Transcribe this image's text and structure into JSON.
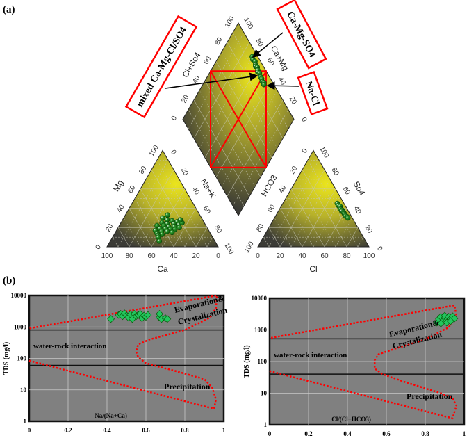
{
  "panel_labels": {
    "a": "(a)",
    "b": "(b)"
  },
  "colors": {
    "points": "#0a6e0a",
    "gibbs_points": "#22c55e",
    "boundary": "#ff0000",
    "plot_bg": "#808080",
    "ternary_fill_light": "#e8e21c",
    "ternary_fill_dark": "#3b3b36"
  },
  "callouts": {
    "ca_mg_so4": "Ca-Mg-SO4",
    "na_cl": "Na-Cl",
    "mixed": "mixed Ca-Mg-Cl/SO4"
  },
  "chart_data": [
    {
      "type": "scatter",
      "name_key": "cation-triangle",
      "axes": {
        "bottom": "Ca",
        "left": "Mg",
        "right": "Na+K"
      },
      "ticks": [
        0,
        20,
        40,
        60,
        80,
        100
      ],
      "points_mg_nak_ca": [
        [
          33,
          38,
          29
        ],
        [
          30,
          35,
          35
        ],
        [
          28,
          40,
          32
        ],
        [
          27,
          45,
          28
        ],
        [
          26,
          50,
          24
        ],
        [
          25,
          37,
          38
        ],
        [
          24,
          42,
          34
        ],
        [
          24,
          48,
          28
        ],
        [
          23,
          53,
          24
        ],
        [
          22,
          34,
          44
        ],
        [
          22,
          40,
          38
        ],
        [
          21,
          45,
          34
        ],
        [
          21,
          50,
          29
        ],
        [
          20,
          55,
          25
        ],
        [
          19,
          38,
          43
        ],
        [
          19,
          43,
          38
        ],
        [
          18,
          48,
          34
        ],
        [
          18,
          52,
          30
        ],
        [
          17,
          35,
          48
        ],
        [
          16,
          41,
          43
        ],
        [
          16,
          46,
          38
        ],
        [
          15,
          51,
          34
        ],
        [
          14,
          38,
          48
        ],
        [
          13,
          43,
          44
        ],
        [
          12,
          40,
          48
        ],
        [
          10,
          41,
          49
        ],
        [
          6,
          44,
          50
        ],
        [
          25,
          55,
          20
        ],
        [
          28,
          52,
          20
        ]
      ]
    },
    {
      "type": "scatter",
      "name_key": "anion-triangle",
      "axes": {
        "bottom": "Cl",
        "left": "HCO3",
        "right": "So4"
      },
      "ticks": [
        0,
        20,
        40,
        60,
        80,
        100
      ],
      "points_so4_cl_hco3": [
        [
          45,
          49,
          6
        ],
        [
          43,
          51,
          6
        ],
        [
          42,
          53,
          5
        ],
        [
          40,
          54,
          6
        ],
        [
          39,
          55,
          6
        ],
        [
          38,
          57,
          5
        ],
        [
          37,
          57,
          6
        ],
        [
          36,
          59,
          5
        ],
        [
          35,
          60,
          5
        ],
        [
          34,
          61,
          5
        ],
        [
          33,
          62,
          5
        ],
        [
          32,
          63,
          5
        ],
        [
          31,
          65,
          4
        ],
        [
          30,
          66,
          4
        ]
      ]
    },
    {
      "type": "scatter",
      "name_key": "piper-diamond",
      "axes": {
        "upper_left": "Cl+So4",
        "upper_right": "Ca+Mg"
      },
      "ticks": [
        0,
        20,
        40,
        60,
        80,
        100
      ],
      "points_clso4_camg": [
        [
          95,
          70
        ],
        [
          94,
          68
        ],
        [
          95,
          65
        ],
        [
          94,
          63
        ],
        [
          93,
          62
        ],
        [
          94,
          60
        ],
        [
          93,
          58
        ],
        [
          92,
          57
        ],
        [
          93,
          55
        ],
        [
          92,
          52
        ],
        [
          92,
          50
        ],
        [
          91,
          48
        ],
        [
          92,
          46
        ],
        [
          91,
          45
        ]
      ]
    },
    {
      "type": "scatter",
      "name_key": "gibbs-cation",
      "ylabel": "TDS (mg/l)",
      "xlabel": "Na/(Na+Ca)",
      "xlim": [
        0,
        1
      ],
      "ylim": [
        1,
        10000
      ],
      "yscale": "log",
      "xticks": [
        "0",
        "0.2",
        "0.4",
        "0.6",
        "0.8",
        "1"
      ],
      "yticks": [
        "1",
        "10",
        "100",
        "1000",
        "10000"
      ],
      "zones": {
        "evap1": "Evaporation&",
        "evap2": "Crystalization",
        "rock": "water-rock interaction",
        "precip": "Precipitation"
      },
      "divider_tds": [
        800,
        60
      ],
      "boundary": [
        [
          0,
          85
        ],
        [
          0.95,
          2.5
        ],
        [
          0.96,
          5
        ],
        [
          0.94,
          12
        ],
        [
          0.9,
          22
        ],
        [
          0.75,
          40
        ],
        [
          0.6,
          70
        ],
        [
          0.56,
          110
        ],
        [
          0.55,
          160
        ],
        [
          0.56,
          280
        ],
        [
          0.62,
          400
        ],
        [
          0.8,
          800
        ],
        [
          0.93,
          2000
        ],
        [
          0.96,
          4000
        ],
        [
          0.965,
          10000
        ],
        [
          0,
          900
        ]
      ],
      "points": [
        [
          0.42,
          1800
        ],
        [
          0.46,
          2400
        ],
        [
          0.47,
          2600
        ],
        [
          0.48,
          2200
        ],
        [
          0.49,
          2700
        ],
        [
          0.5,
          2300
        ],
        [
          0.51,
          2000
        ],
        [
          0.52,
          2500
        ],
        [
          0.53,
          1800
        ],
        [
          0.54,
          2600
        ],
        [
          0.55,
          2200
        ],
        [
          0.56,
          2400
        ],
        [
          0.57,
          2600
        ],
        [
          0.58,
          1900
        ],
        [
          0.59,
          2300
        ],
        [
          0.6,
          2100
        ],
        [
          0.61,
          2400
        ],
        [
          0.67,
          2000
        ],
        [
          0.67,
          2600
        ],
        [
          0.68,
          1800
        ],
        [
          0.7,
          1900
        ],
        [
          0.71,
          1800
        ]
      ]
    },
    {
      "type": "scatter",
      "name_key": "gibbs-anion",
      "ylabel": "TDS (mg/l)",
      "xlabel": "Cl/(Cl+HCO3)",
      "xlim": [
        0,
        1
      ],
      "ylim": [
        1,
        10000
      ],
      "yscale": "log",
      "xticks": [
        "0",
        "0.2",
        "0.4",
        "0.6",
        "0.8",
        "1"
      ],
      "yticks": [
        "1",
        "10",
        "100",
        "1000",
        "10000"
      ],
      "zones": {
        "evap1": "Evaporation&",
        "evap2": "Crystalization",
        "rock": "water-rock interaction",
        "precip": "Precipitation"
      },
      "divider_tds": [
        520,
        40
      ],
      "boundary": [
        [
          0,
          50
        ],
        [
          0.94,
          1.6
        ],
        [
          0.96,
          4
        ],
        [
          0.94,
          7
        ],
        [
          0.88,
          10
        ],
        [
          0.7,
          22
        ],
        [
          0.58,
          40
        ],
        [
          0.54,
          60
        ],
        [
          0.54,
          110
        ],
        [
          0.56,
          170
        ],
        [
          0.65,
          260
        ],
        [
          0.8,
          500
        ],
        [
          0.92,
          1200
        ],
        [
          0.96,
          2800
        ],
        [
          0.95,
          6000
        ],
        [
          0,
          550
        ]
      ],
      "points": [
        [
          0.86,
          1700
        ],
        [
          0.87,
          2200
        ],
        [
          0.88,
          2600
        ],
        [
          0.89,
          1900
        ],
        [
          0.9,
          2400
        ],
        [
          0.9,
          2800
        ],
        [
          0.91,
          2000
        ],
        [
          0.91,
          1700
        ],
        [
          0.92,
          2600
        ],
        [
          0.93,
          2200
        ],
        [
          0.94,
          2700
        ],
        [
          0.95,
          2300
        ],
        [
          0.88,
          1600
        ],
        [
          0.93,
          1900
        ]
      ]
    }
  ]
}
